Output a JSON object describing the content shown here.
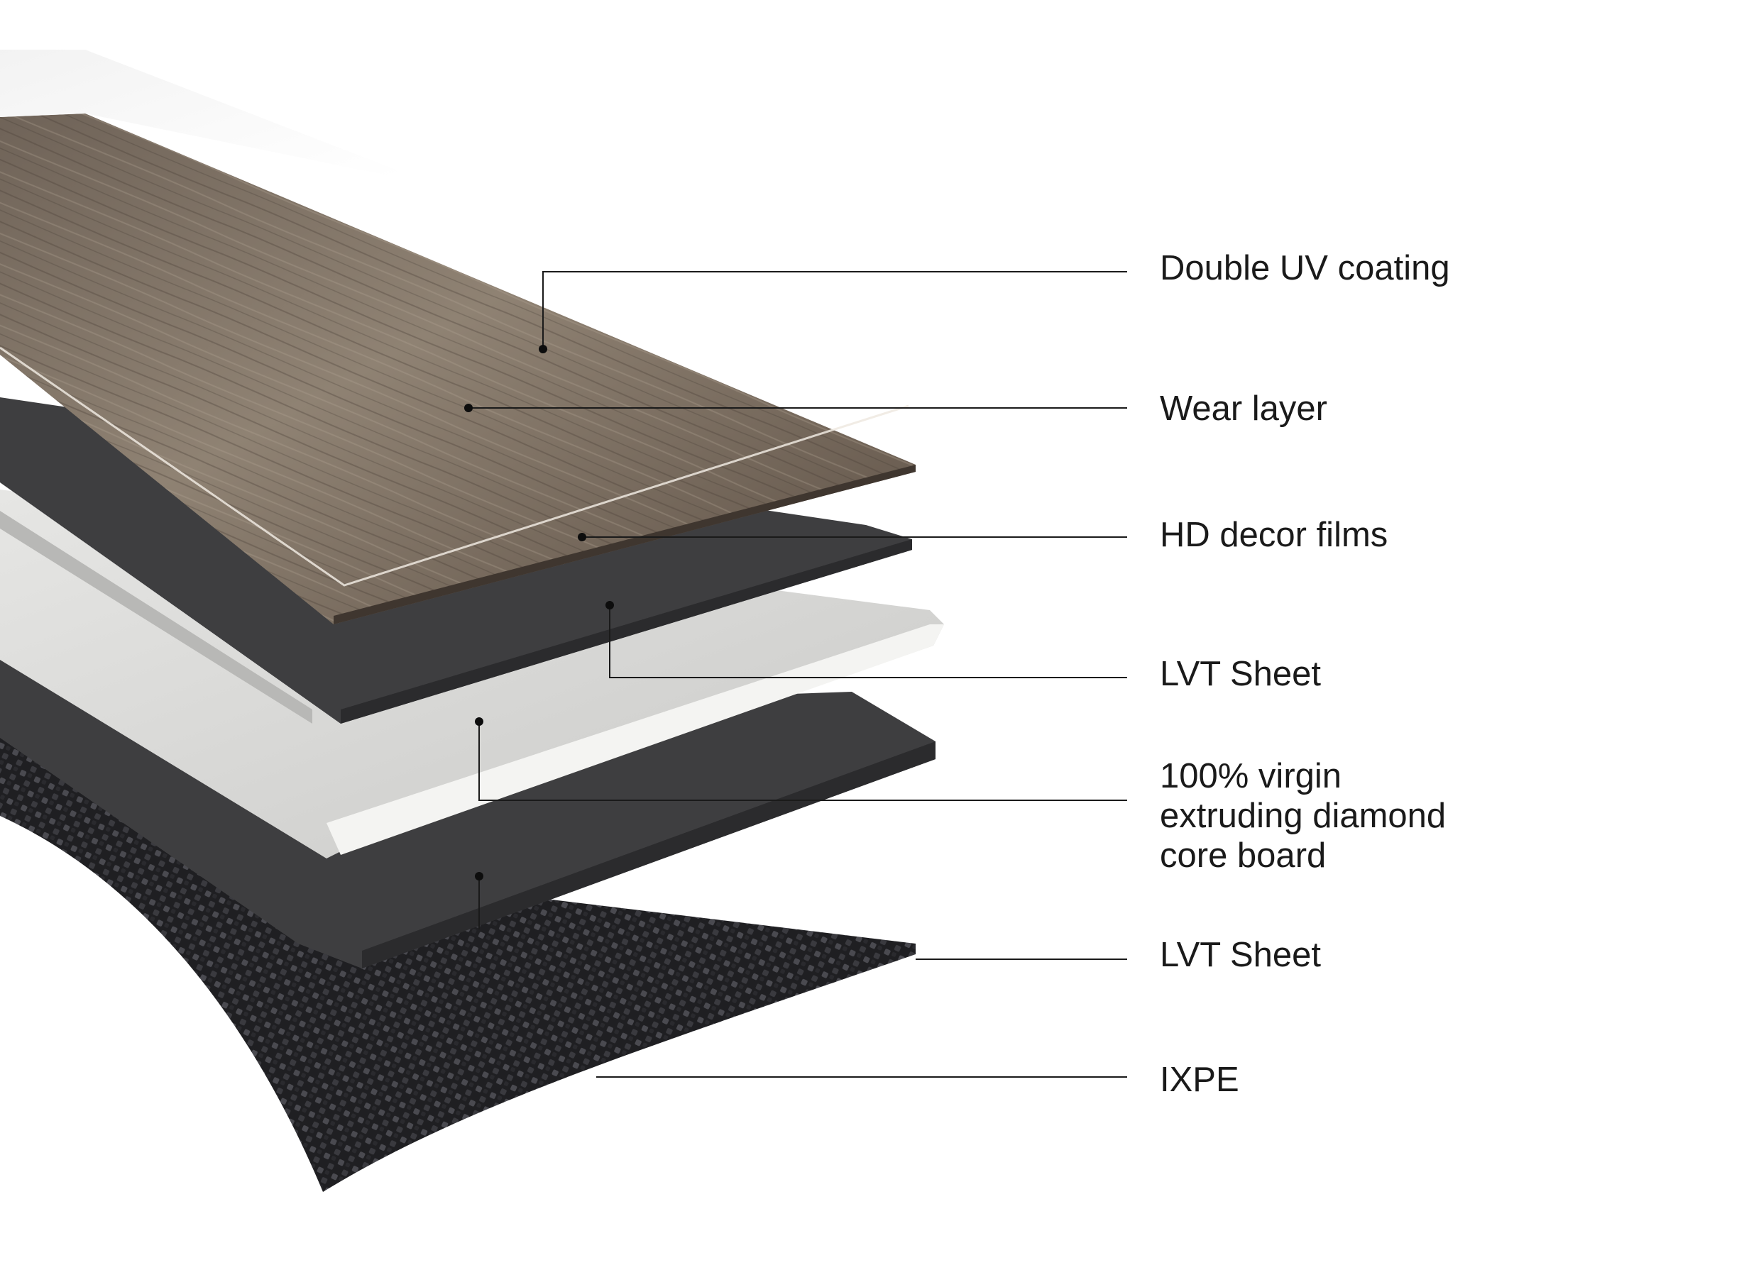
{
  "diagram": {
    "layers": [
      {
        "label": "Double UV coating"
      },
      {
        "label": "Wear layer"
      },
      {
        "label": "HD decor films"
      },
      {
        "label": "LVT Sheet"
      },
      {
        "label": "100% virgin\nextruding diamond\ncore board"
      },
      {
        "label": "LVT Sheet"
      },
      {
        "label": "IXPE"
      }
    ]
  },
  "colors": {
    "wood_light": "#8f8273",
    "wood_dark": "#5e5146",
    "lvt_sheet": "#3e3e40",
    "core_board": "#cfcfcd",
    "ixpe": "#1f1f22",
    "leader_line": "#1a1a1a"
  }
}
